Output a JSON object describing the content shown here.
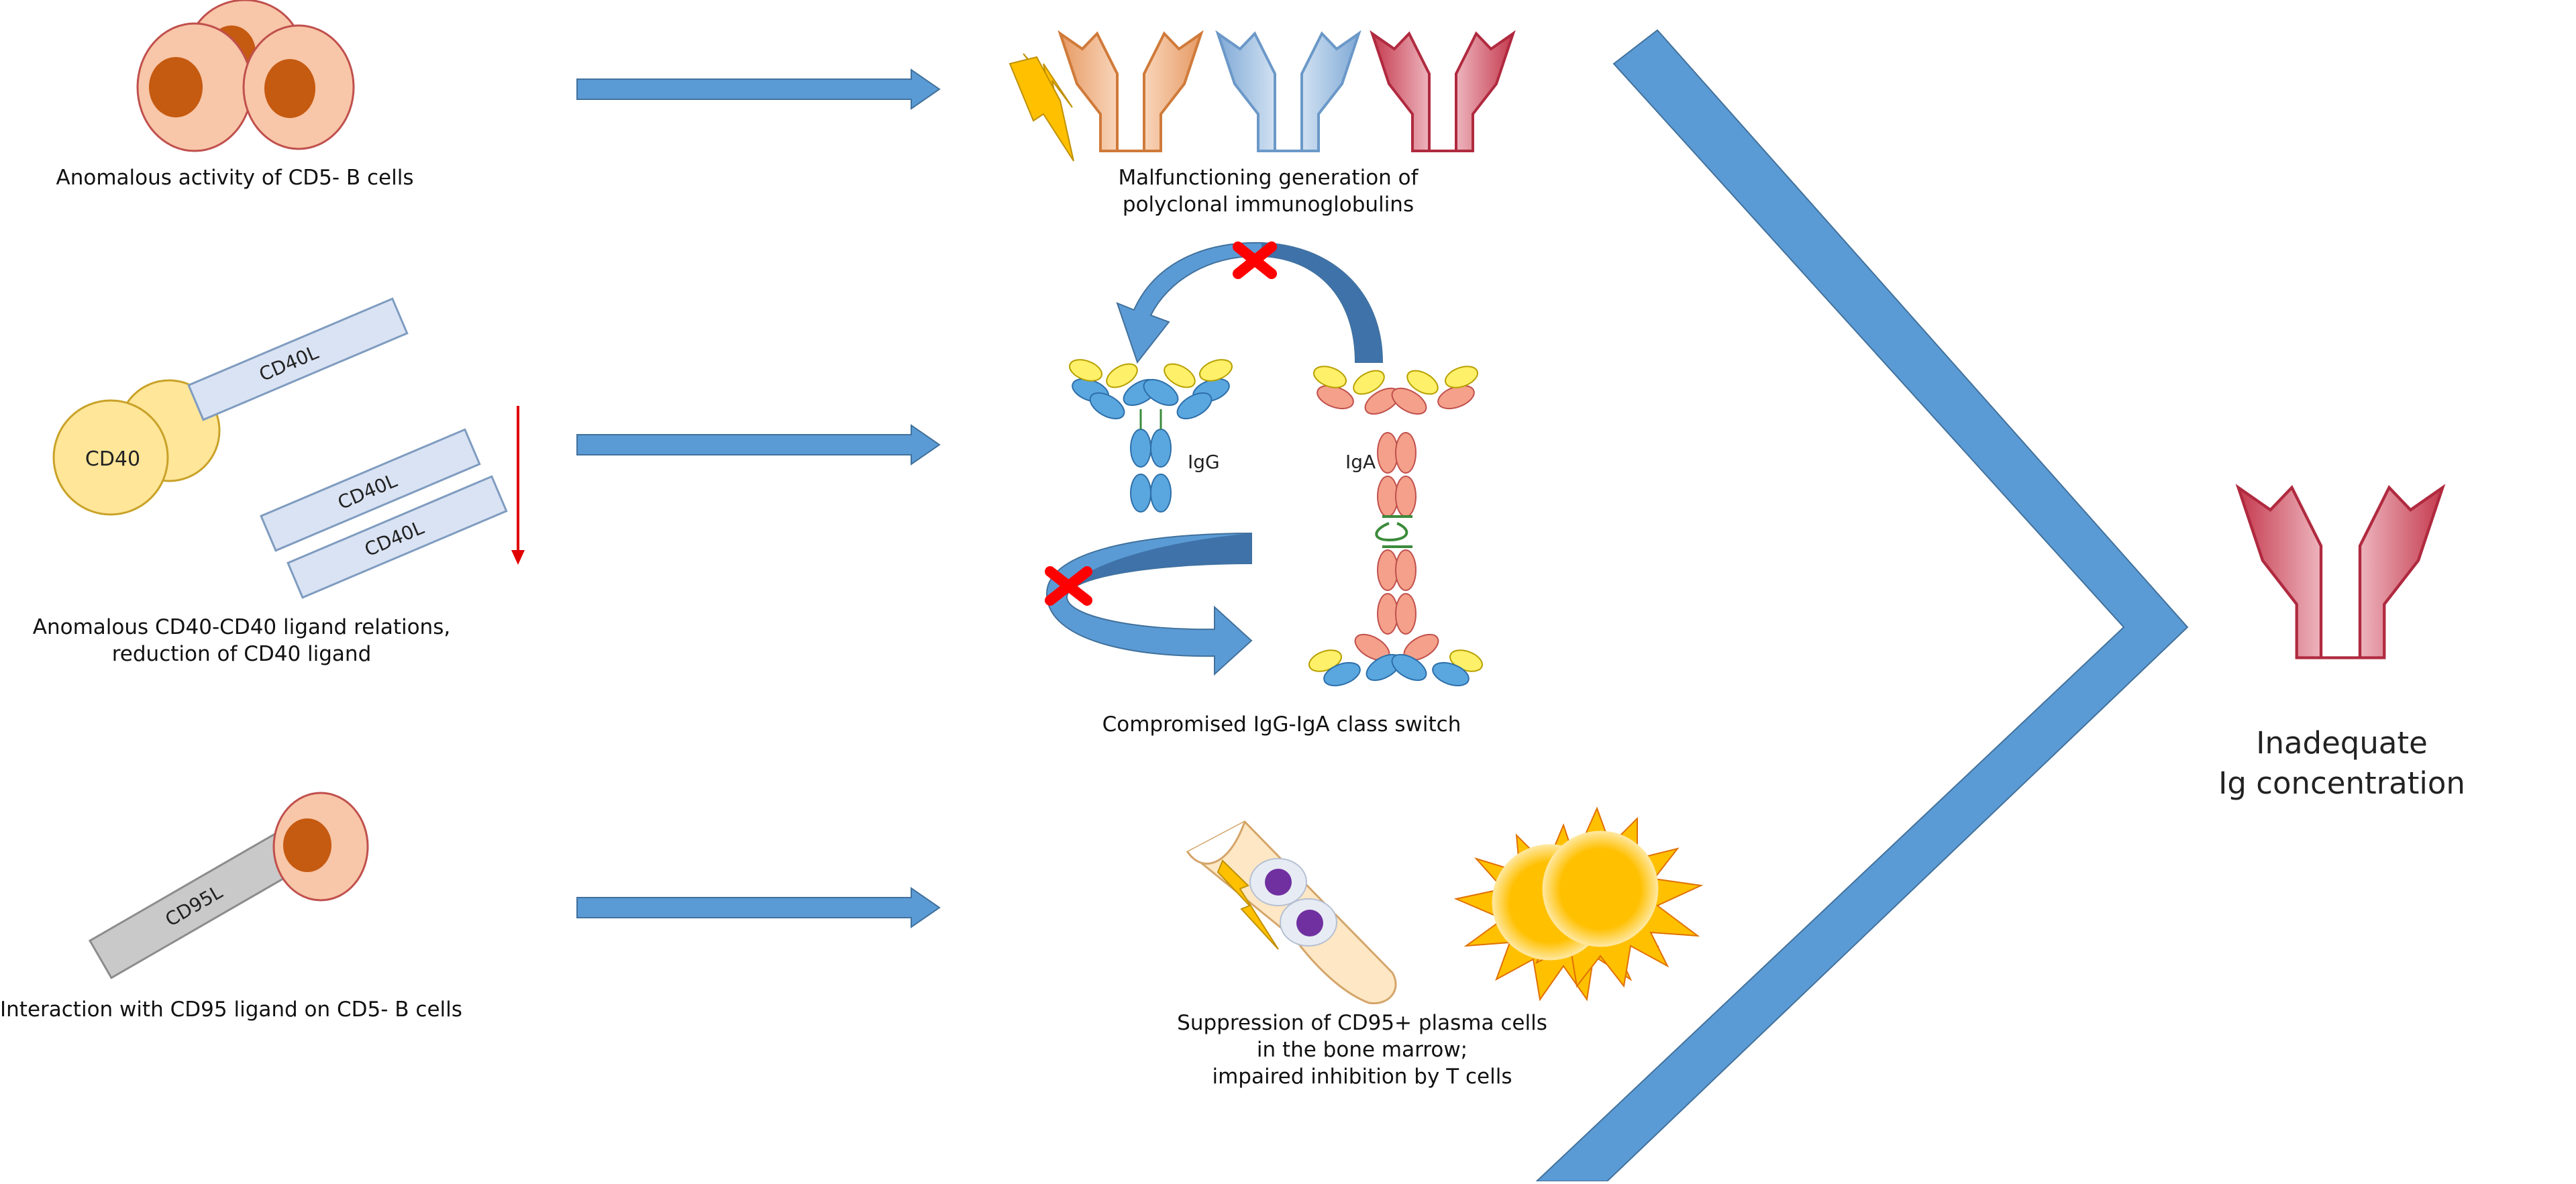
{
  "labels": {
    "cd5_activity": "Anomalous activity of CD5- B cells",
    "malfunction_line1": "Malfunctioning generation of",
    "malfunction_line2": "polyclonal immunoglobulins",
    "cd40_line1": "Anomalous CD40-CD40 ligand relations,",
    "cd40_line2": "reduction of CD40 ligand",
    "class_switch": "Compromised IgG-IgA class switch",
    "cd95_interaction": "Interaction with CD95 ligand on CD5- B cells",
    "plasma_line1": "Suppression of CD95+ plasma cells",
    "plasma_line2": "in the bone marrow;",
    "plasma_line3": "impaired inhibition by T cells",
    "result_line1": "Inadequate",
    "result_line2": "Ig concentration"
  },
  "tags": {
    "cd40": "CD40",
    "cd40l": "CD40L",
    "cd95l": "CD95L",
    "igg": "IgG",
    "iga": "IgA"
  },
  "colors": {
    "arrow_blue": "#5b9bd5",
    "arrow_blue_dark": "#4472a8",
    "cell_fill": "#f8c6a8",
    "cell_nucleus": "#c55a11",
    "cell_border": "#c0504d",
    "ab_orange": "#f4b183",
    "ab_blue": "#9dc3e6",
    "ab_red": "#c0404f",
    "lightning": "#ffc000",
    "cross_red": "#ff0000"
  }
}
